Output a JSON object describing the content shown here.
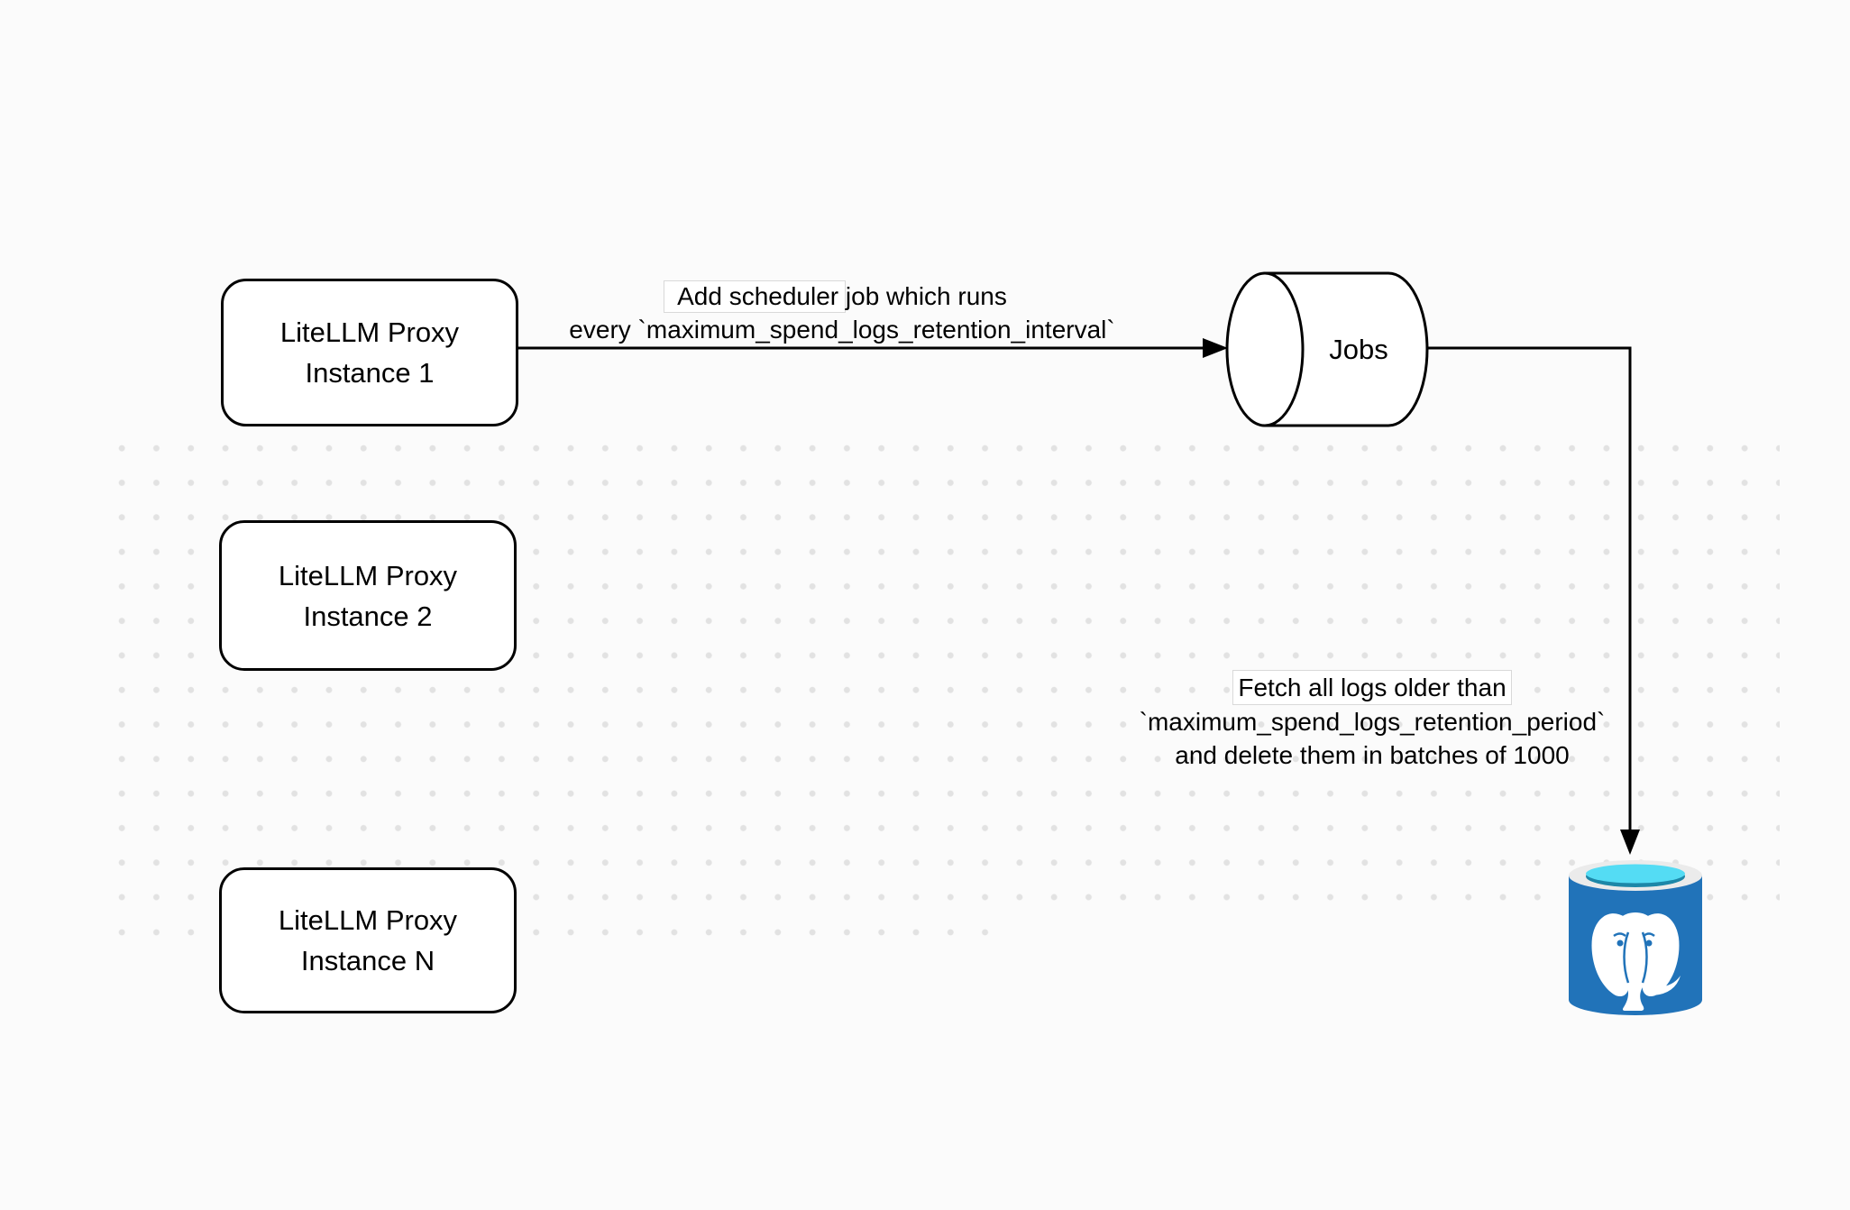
{
  "page": {
    "background": "#FBFBFB",
    "dot_color": "#E2E2E2",
    "line_color": "#000000"
  },
  "nodes": {
    "proxy1": {
      "line1": "LiteLLM Proxy",
      "line2": "Instance 1"
    },
    "proxy2": {
      "line1": "LiteLLM Proxy",
      "line2": "Instance 2"
    },
    "proxyN": {
      "line1": "LiteLLM Proxy",
      "line2": "Instance N"
    },
    "jobs": {
      "label": "Jobs"
    }
  },
  "edge_labels": {
    "scheduler": {
      "line1": "Add scheduler job which runs",
      "line2": "every `maximum_spend_logs_retention_interval`"
    },
    "fetch": {
      "line1": "Fetch all logs older than",
      "line2": "`maximum_spend_logs_retention_period`",
      "line3": "and delete them in batches of 1000"
    }
  },
  "postgres_icon": {
    "label": "postgresql-database-icon",
    "body_color": "#2173B9",
    "rim_color": "#EBEBEB",
    "water_color": "#54DCF4",
    "water_shadow_color": "#1D87A8",
    "elephant_color": "#FFFFFF"
  }
}
